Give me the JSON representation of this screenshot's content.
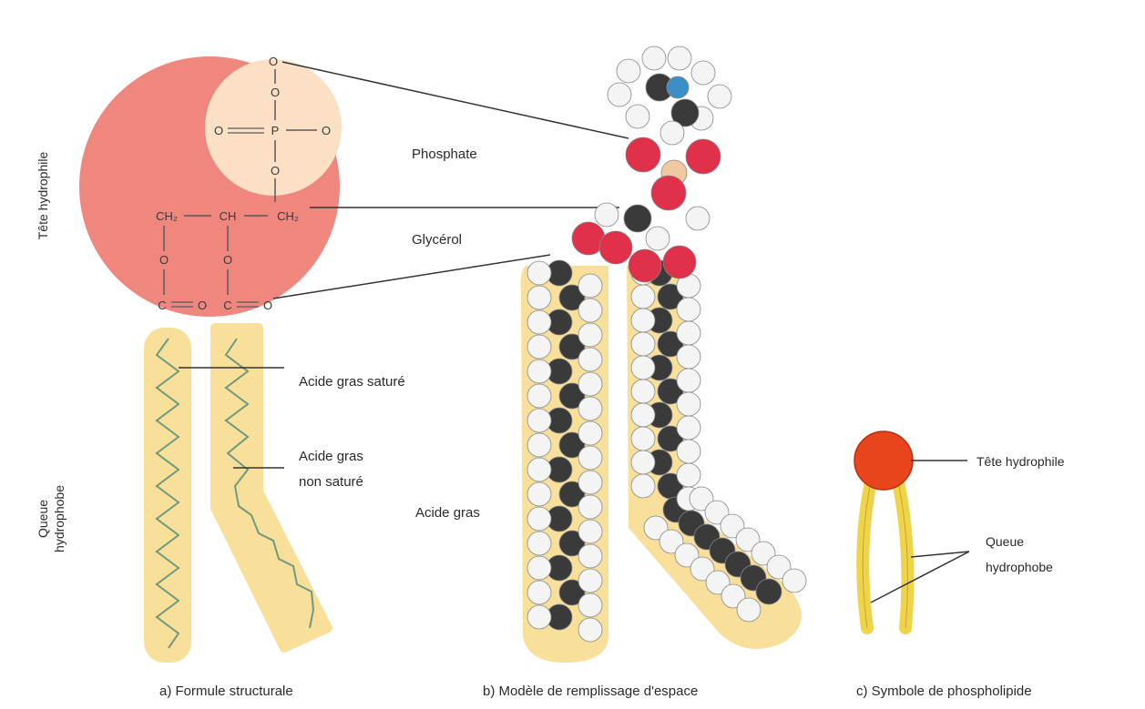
{
  "labels": {
    "side_head": "Tête hydrophile",
    "side_tail": [
      "Queue",
      "hydrophobe"
    ],
    "phosphate": "Phosphate",
    "glycerol": "Glycérol",
    "saturated": "Acide gras saturé",
    "unsaturated": [
      "Acide gras",
      "non saturé"
    ],
    "fatty_acids": "Acide gras",
    "symbol_head": "Tête hydrophile",
    "symbol_tail": [
      "Queue",
      "hydrophobe"
    ]
  },
  "formula": {
    "phos_top": "O",
    "phos_o_upper": "O",
    "phos_row": [
      "O",
      "P",
      "O"
    ],
    "phos_o_lower": "O",
    "glycerol": [
      "CH₂",
      "CH",
      "CH₂"
    ],
    "ester_o": [
      "O",
      "O"
    ],
    "carbonyl": [
      "C",
      "O",
      "C",
      "O"
    ]
  },
  "captions": {
    "a": "a) Formule structurale",
    "b": "b) Modèle de remplissage d'espace",
    "c": "c) Symbole de phospholipide"
  },
  "colors": {
    "head_circle": "#f0877f",
    "phosphate_inner": "#fbe0c6",
    "tail_band": "#f8df9a",
    "oxygen_atom": "#e0304a",
    "hydrogen_atom": "#f4f4f4",
    "carbon_atom": "#3a3a3a",
    "nitrogen_atom": "#3b8fc6",
    "symbol_head": "#e8451c",
    "symbol_tail": "#efd34a"
  }
}
